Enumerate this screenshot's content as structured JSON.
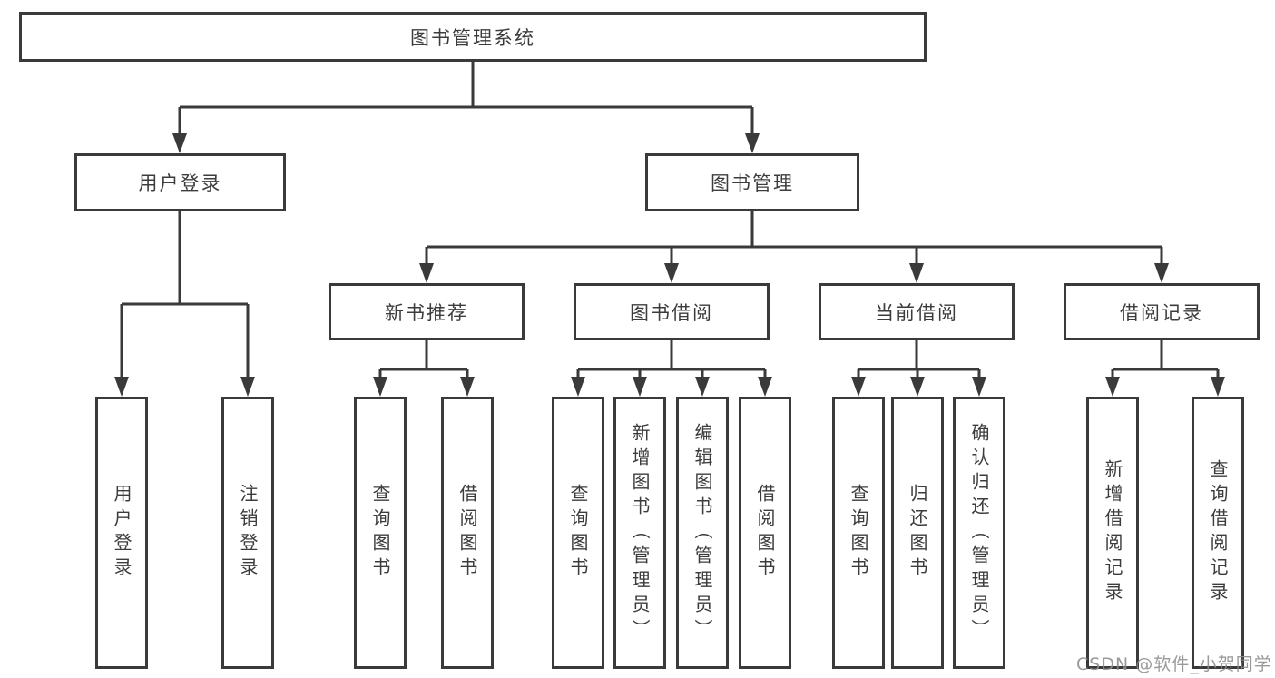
{
  "diagram": {
    "root": {
      "label": "图书管理系统"
    },
    "level2": [
      {
        "label": "用户登录"
      },
      {
        "label": "图书管理"
      }
    ],
    "level3": [
      {
        "label": "新书推荐"
      },
      {
        "label": "图书借阅"
      },
      {
        "label": "当前借阅"
      },
      {
        "label": "借阅记录"
      }
    ],
    "leaves": {
      "user_login": [
        "用户登录",
        "注销登录"
      ],
      "new_book_recommend": [
        "查询图书",
        "借阅图书"
      ],
      "book_borrow": [
        "查询图书",
        "新增图书（管理员）",
        "编辑图书（管理员）",
        "借阅图书"
      ],
      "current_borrow": [
        "查询图书",
        "归还图书",
        "确认归还（管理员）"
      ],
      "borrow_record": [
        "新增借阅记录",
        "查询借阅记录"
      ]
    }
  },
  "watermark": "CSDN @软件_小贺同学",
  "colors": {
    "line": "#3a3a3a",
    "text": "#3c3c3c",
    "watermark": "#8c8c8c",
    "background": "#ffffff"
  }
}
